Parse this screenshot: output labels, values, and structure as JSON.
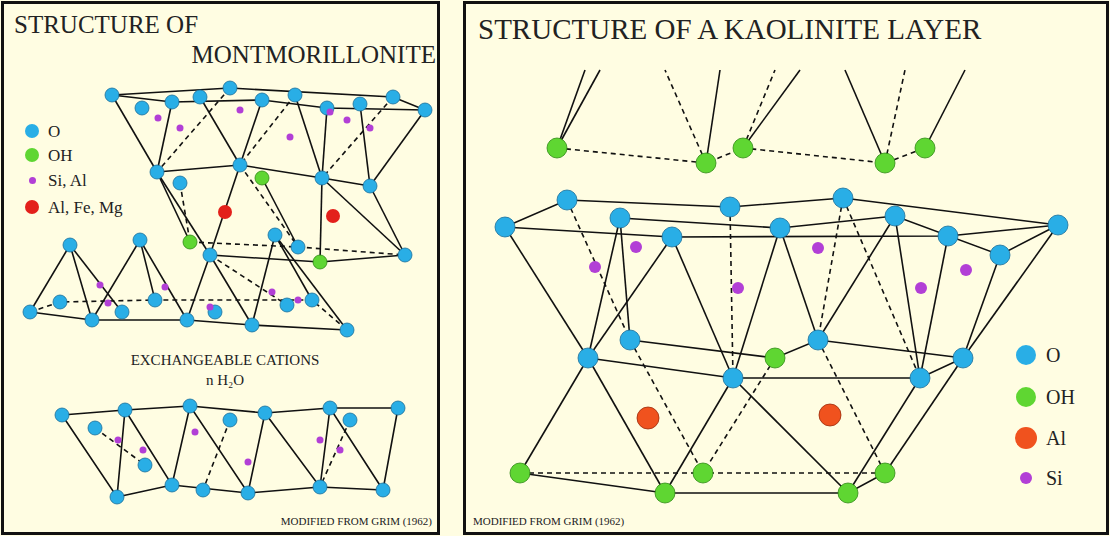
{
  "diagram": {
    "nodes": [
      {
        "text": [
          "STRUCTURE OF MONTMORILLONITE"
        ]
      },
      {
        "text": [
          "STRUCTURE OF A KAOLINITE LAYER"
        ]
      }
    ],
    "labels": [
      "EXCHANGEABLE CATIONS",
      "n H₂O",
      "MODIFIED FROM GRIM (1962)",
      "MODIFIED FROM GRIM (1962)"
    ],
    "legend": [
      {
        "text": "O",
        "color": "#29aee6"
      },
      {
        "text": "OH",
        "color": "#5fd632"
      },
      {
        "text": "Si, Al",
        "color": "#b23fd6"
      },
      {
        "text": "Al, Fe, Mg",
        "color": "#e3201b"
      },
      {
        "text": "O",
        "color": "#29aee6"
      },
      {
        "text": "OH",
        "color": "#5fd632"
      },
      {
        "text": "Al",
        "color": "#f0521e"
      },
      {
        "text": "Si",
        "color": "#b23fd6"
      }
    ]
  }
}
